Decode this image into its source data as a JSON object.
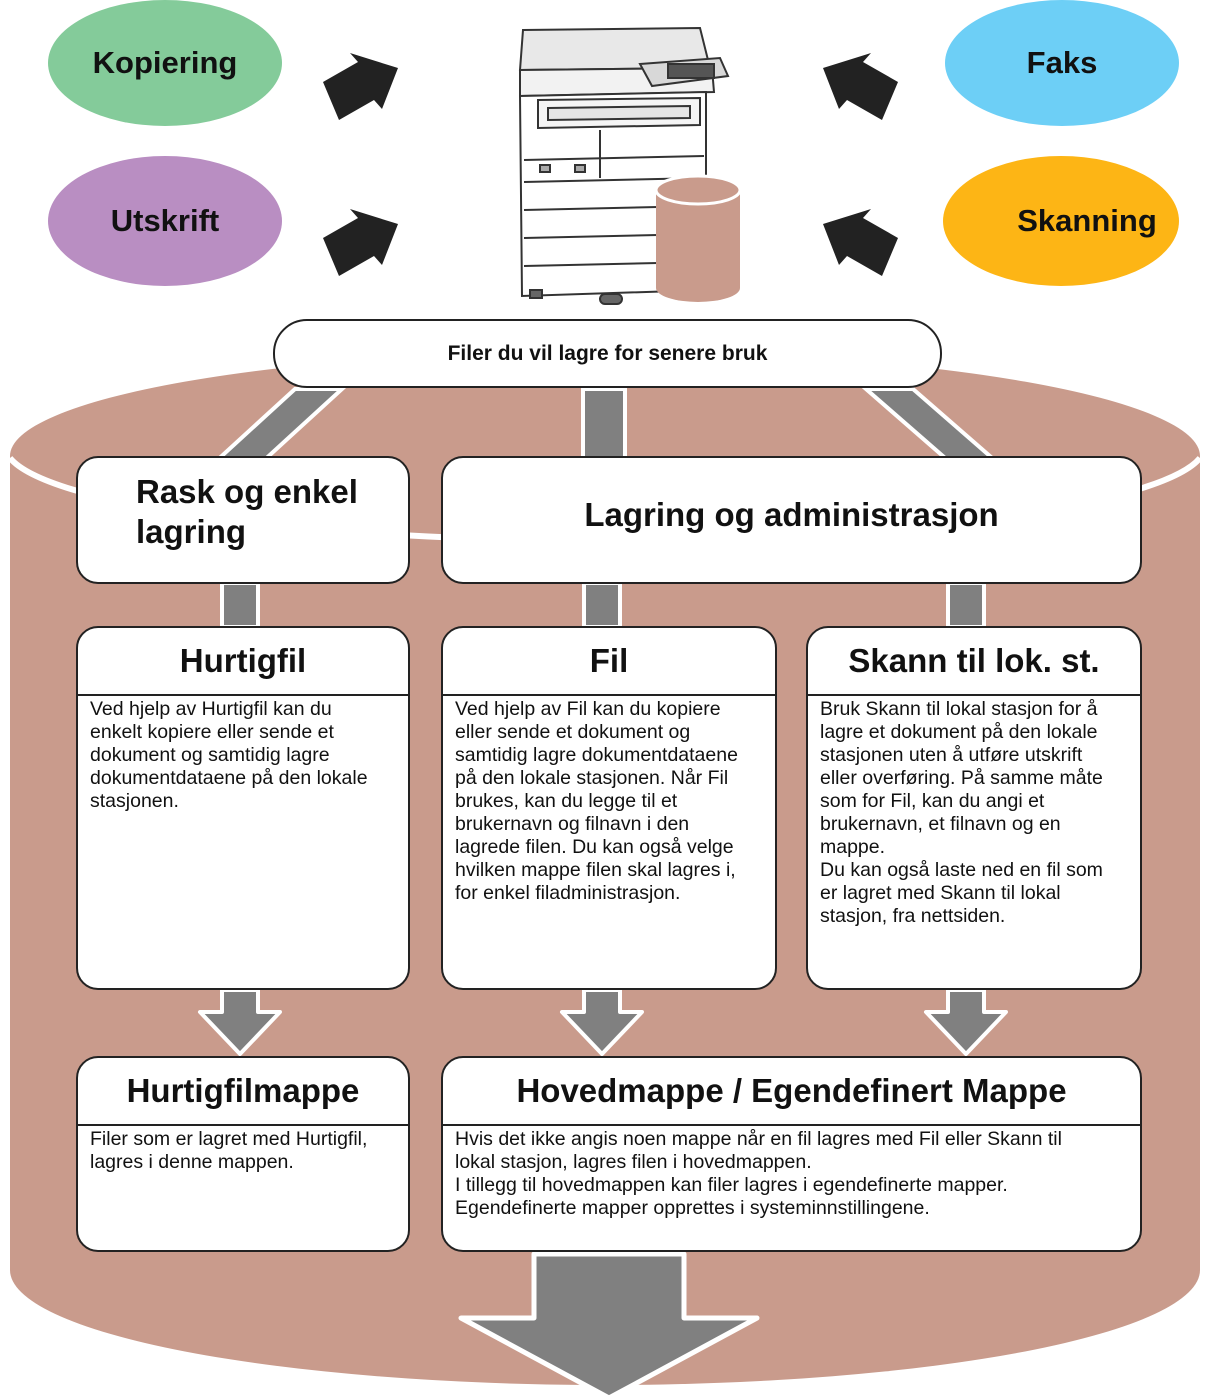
{
  "colors": {
    "kopiering": "#84cb9a",
    "faks": "#6dcff6",
    "utskrift": "#b98ec2",
    "skanning": "#fdb515",
    "storage": "#c99b8c",
    "connector": "#808080"
  },
  "functions": {
    "kopiering": "Kopiering",
    "faks": "Faks",
    "utskrift": "Utskrift",
    "skanning": "Skanning"
  },
  "banner": "Filer du vil lagre for senere bruk",
  "categories": {
    "quick": "Rask og enkel\nlagring",
    "storage": "Lagring og administrasjon"
  },
  "modes": [
    {
      "title": "Hurtigfil",
      "body": "Ved hjelp av Hurtigfil kan du\nenkelt kopiere eller sende et\ndokument og samtidig lagre\ndokumentdataene på den lokale\nstasjonen."
    },
    {
      "title": "Fil",
      "body": "Ved hjelp av Fil kan du kopiere\neller sende et dokument og\nsamtidig lagre dokumentdataene\npå den lokale stasjonen. Når Fil\nbrukes, kan du legge til et\nbrukernavn og filnavn i den\nlagrede filen. Du kan også velge\nhvilken mappe filen skal lagres i,\nfor enkel filadministrasjon."
    },
    {
      "title": "Skann til lok. st.",
      "body": "Bruk Skann til lokal stasjon for å\nlagre et dokument på den lokale\nstasjonen uten å utføre utskrift\neller overføring. På samme måte\nsom for Fil, kan du angi et\nbrukernavn, et filnavn og en\nmappe.\nDu kan også laste ned en fil som\ner lagret med Skann til lokal\nstasjon, fra nettsiden."
    }
  ],
  "folders": [
    {
      "title": "Hurtigfilmappe",
      "body": "Filer som er lagret med Hurtigfil,\nlagres i denne mappen."
    },
    {
      "title": "Hovedmappe / Egendefinert Mappe",
      "body": "Hvis det ikke angis noen mappe når en fil lagres med Fil eller Skann til\nlokal stasjon, lagres filen i hovedmappen.\nI tillegg til hovedmappen kan filer lagres i egendefinerte mapper.\nEgendefinerte mapper opprettes i systeminnstillingene."
    }
  ]
}
